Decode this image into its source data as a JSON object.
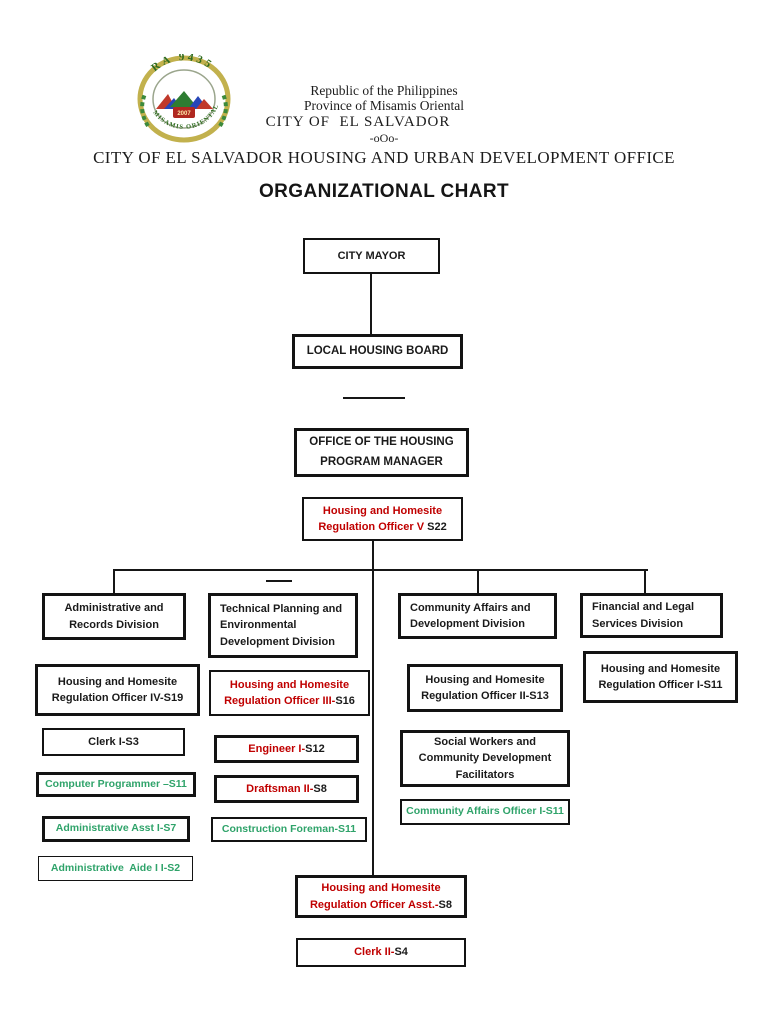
{
  "header": {
    "line1": "Republic of the Philippines",
    "line2": "Province of Misamis Oriental",
    "line3": "CITY OF  EL SALVADOR",
    "line4": "-oOo-",
    "line5": "CITY OF EL SALVADOR HOUSING AND URBAN DEVELOPMENT OFFICE"
  },
  "logo": {
    "arc_text": "RA 9435",
    "rim_text": "MISAMIS ORIENTAL",
    "year": "2007"
  },
  "title": "ORGANIZATIONAL CHART",
  "colors": {
    "red_text": "#c00000",
    "green_text": "#2fa36a",
    "line_black": "#161616"
  },
  "chart": {
    "city_mayor": "CITY MAYOR",
    "local_housing_board": "LOCAL HOUSING BOARD",
    "office_manager": {
      "l1": "OFFICE OF THE HOUSING",
      "l2": "PROGRAM MANAGER"
    },
    "hhro_v": {
      "l1": "Housing and Homesite",
      "l2_red": "Regulation Officer V ",
      "l2_black": "S22"
    },
    "divisions": {
      "admin": {
        "l1": "Administrative and",
        "l2": "Records Division"
      },
      "tech": {
        "l1": "Technical Planning and",
        "l2": "Environmental",
        "l3": "Development Division"
      },
      "community": {
        "l1": "Community Affairs and",
        "l2": "Development Division"
      },
      "financial": {
        "l1": "Financial and Legal",
        "l2": "Services Division"
      }
    },
    "admin_col": {
      "hhro_iv": {
        "l1": "Housing and Homesite",
        "l2": "Regulation Officer IV-S19"
      },
      "clerk_i": "Clerk I-S3",
      "computer_programmer": "Computer Programmer –S11",
      "admin_asst": "Administrative Asst I-S7",
      "admin_aide": "Administrative  Aide I I-S2"
    },
    "tech_col": {
      "hhro_iii": {
        "l1": "Housing and Homesite",
        "l2_red": "Regulation Officer III-",
        "l2_black": "S16"
      },
      "engineer": {
        "red": "Engineer I-",
        "black": "S12"
      },
      "draftsman": {
        "red": "Draftsman II-",
        "black": "S8"
      },
      "construction_foreman": "Construction Foreman-S11"
    },
    "community_col": {
      "hhro_ii": {
        "l1": "Housing and Homesite",
        "l2": "Regulation Officer II-S13"
      },
      "social_workers": {
        "l1": "Social Workers and",
        "l2": "Community Development",
        "l3": "Facilitators"
      },
      "community_affairs_officer": "Community Affairs Officer I-S11"
    },
    "financial_col": {
      "hhro_i": {
        "l1": "Housing and Homesite",
        "l2": "Regulation Officer I-S11"
      }
    },
    "bottom": {
      "hhro_asst": {
        "l1": "Housing and Homesite",
        "l2_red": "Regulation Officer Asst.-",
        "l2_black": "S8"
      },
      "clerk_ii": {
        "red": "Clerk II-",
        "black": "S4"
      }
    }
  }
}
